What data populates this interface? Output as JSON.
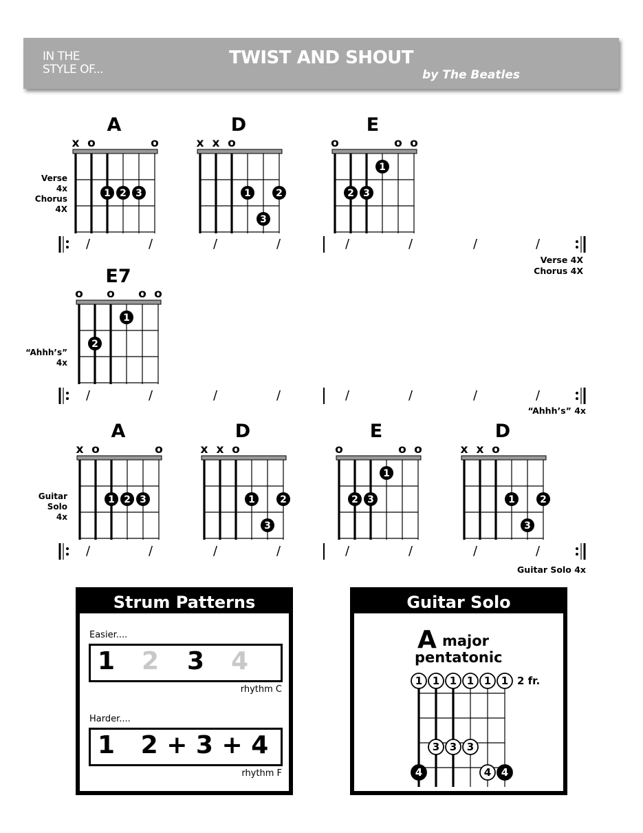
{
  "header": {
    "style_line1": "IN THE",
    "style_line2": "STYLE OF...",
    "title": "TWIST AND SHOUT",
    "artist": "by The Beatles"
  },
  "sections": [
    {
      "label_lines": [
        "Verse",
        "4x",
        "Chorus",
        "4X"
      ],
      "end_label_lines": [
        "Verse 4X",
        "Chorus 4X"
      ],
      "chords": [
        {
          "name": "A",
          "markers": [
            "x",
            "o",
            "",
            "",
            "",
            "o"
          ],
          "dots": [
            {
              "string": 3,
              "fret": 2,
              "finger": "1"
            },
            {
              "string": 4,
              "fret": 2,
              "finger": "2"
            },
            {
              "string": 5,
              "fret": 2,
              "finger": "3"
            }
          ]
        },
        {
          "name": "D",
          "markers": [
            "x",
            "x",
            "o",
            "",
            "",
            ""
          ],
          "dots": [
            {
              "string": 4,
              "fret": 2,
              "finger": "1"
            },
            {
              "string": 6,
              "fret": 2,
              "finger": "2"
            },
            {
              "string": 5,
              "fret": 3,
              "finger": "3"
            }
          ]
        },
        {
          "name": "E",
          "markers": [
            "o",
            "",
            "",
            "",
            "o",
            "o"
          ],
          "dots": [
            {
              "string": 4,
              "fret": 1,
              "finger": "1"
            },
            {
              "string": 2,
              "fret": 2,
              "finger": "2"
            },
            {
              "string": 3,
              "fret": 2,
              "finger": "3"
            }
          ]
        }
      ]
    },
    {
      "label_lines": [
        "“Ahhh’s”",
        "4x"
      ],
      "end_label_lines": [
        "“Ahhh’s” 4x"
      ],
      "chords": [
        {
          "name": "E7",
          "markers": [
            "o",
            "",
            "o",
            "",
            "o",
            "o"
          ],
          "dots": [
            {
              "string": 4,
              "fret": 1,
              "finger": "1"
            },
            {
              "string": 2,
              "fret": 2,
              "finger": "2"
            }
          ]
        }
      ]
    },
    {
      "label_lines": [
        "Guitar",
        "Solo",
        "4x"
      ],
      "end_label_lines": [
        "Guitar Solo 4x"
      ],
      "chords": [
        {
          "name": "A",
          "markers": [
            "x",
            "o",
            "",
            "",
            "",
            "o"
          ],
          "dots": [
            {
              "string": 3,
              "fret": 2,
              "finger": "1"
            },
            {
              "string": 4,
              "fret": 2,
              "finger": "2"
            },
            {
              "string": 5,
              "fret": 2,
              "finger": "3"
            }
          ]
        },
        {
          "name": "D",
          "markers": [
            "x",
            "x",
            "o",
            "",
            "",
            ""
          ],
          "dots": [
            {
              "string": 4,
              "fret": 2,
              "finger": "1"
            },
            {
              "string": 6,
              "fret": 2,
              "finger": "2"
            },
            {
              "string": 5,
              "fret": 3,
              "finger": "3"
            }
          ]
        },
        {
          "name": "E",
          "markers": [
            "o",
            "",
            "",
            "",
            "o",
            "o"
          ],
          "dots": [
            {
              "string": 4,
              "fret": 1,
              "finger": "1"
            },
            {
              "string": 2,
              "fret": 2,
              "finger": "2"
            },
            {
              "string": 3,
              "fret": 2,
              "finger": "3"
            }
          ]
        },
        {
          "name": "D",
          "markers": [
            "x",
            "x",
            "o",
            "",
            "",
            ""
          ],
          "dots": [
            {
              "string": 4,
              "fret": 2,
              "finger": "1"
            },
            {
              "string": 6,
              "fret": 2,
              "finger": "2"
            },
            {
              "string": 5,
              "fret": 3,
              "finger": "3"
            }
          ]
        }
      ]
    }
  ],
  "rhythm_slash": "/",
  "strum_box": {
    "title": "Strum Patterns",
    "easier_label": "Easier....",
    "easier_beats": [
      "1",
      "2",
      "3",
      "4"
    ],
    "easier_rhythm": "rhythm C",
    "harder_label": "Harder....",
    "harder_pattern": "1   2 + 3 + 4",
    "harder_rhythm": "rhythm F"
  },
  "solo_box": {
    "title": "Guitar Solo",
    "scale_letter": "A",
    "scale_word1": "major",
    "scale_word2": "pentatonic",
    "fret_label": "2 fr.",
    "dots": [
      {
        "string": 1,
        "row": 0,
        "finger": "1",
        "root": false
      },
      {
        "string": 2,
        "row": 0,
        "finger": "1",
        "root": false
      },
      {
        "string": 3,
        "row": 0,
        "finger": "1",
        "root": false
      },
      {
        "string": 4,
        "row": 0,
        "finger": "1",
        "root": true
      },
      {
        "string": 5,
        "row": 0,
        "finger": "1",
        "root": false
      },
      {
        "string": 6,
        "row": 0,
        "finger": "1",
        "root": false
      },
      {
        "string": 2,
        "row": 3,
        "finger": "3",
        "root": false
      },
      {
        "string": 3,
        "row": 3,
        "finger": "3",
        "root": false
      },
      {
        "string": 4,
        "row": 3,
        "finger": "3",
        "root": false
      },
      {
        "string": 1,
        "row": 4,
        "finger": "4",
        "root": true
      },
      {
        "string": 5,
        "row": 4,
        "finger": "4",
        "root": false
      },
      {
        "string": 6,
        "row": 4,
        "finger": "4",
        "root": true
      }
    ]
  }
}
